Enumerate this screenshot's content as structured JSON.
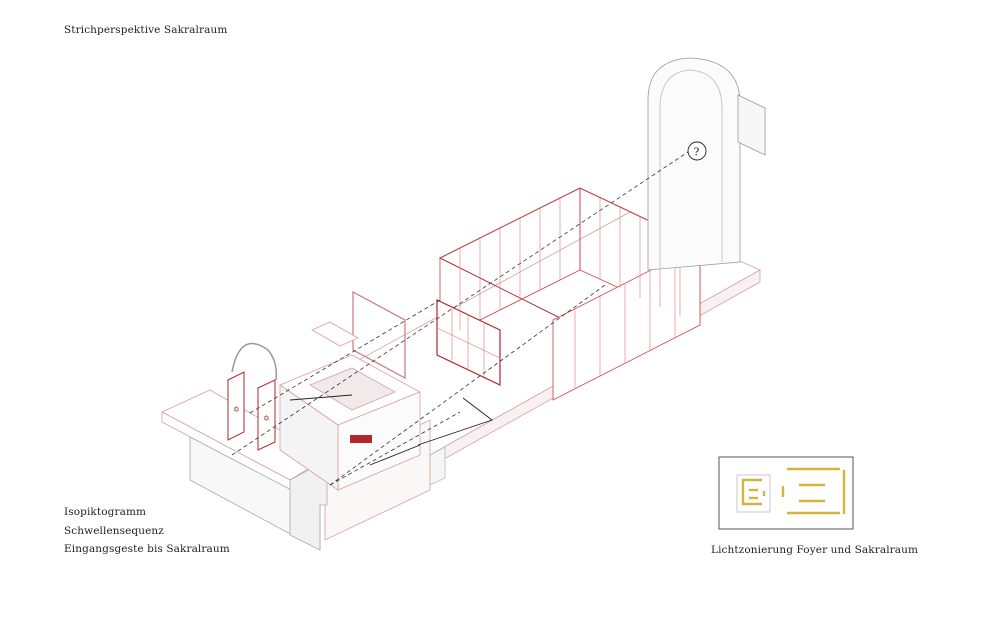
{
  "title": "Strichperspektive Sakralraum",
  "captions": [
    "Isopiktogramm",
    "Schwellensequenz",
    "Eingangsgeste bis Sakralraum"
  ],
  "legend": {
    "caption": "Lichtzonierung Foyer und Sakralraum",
    "light_color": "#d4b43a"
  },
  "drawing": {
    "marker": "?",
    "line_color": "#c98a8a",
    "accent_color": "#b3262b"
  }
}
